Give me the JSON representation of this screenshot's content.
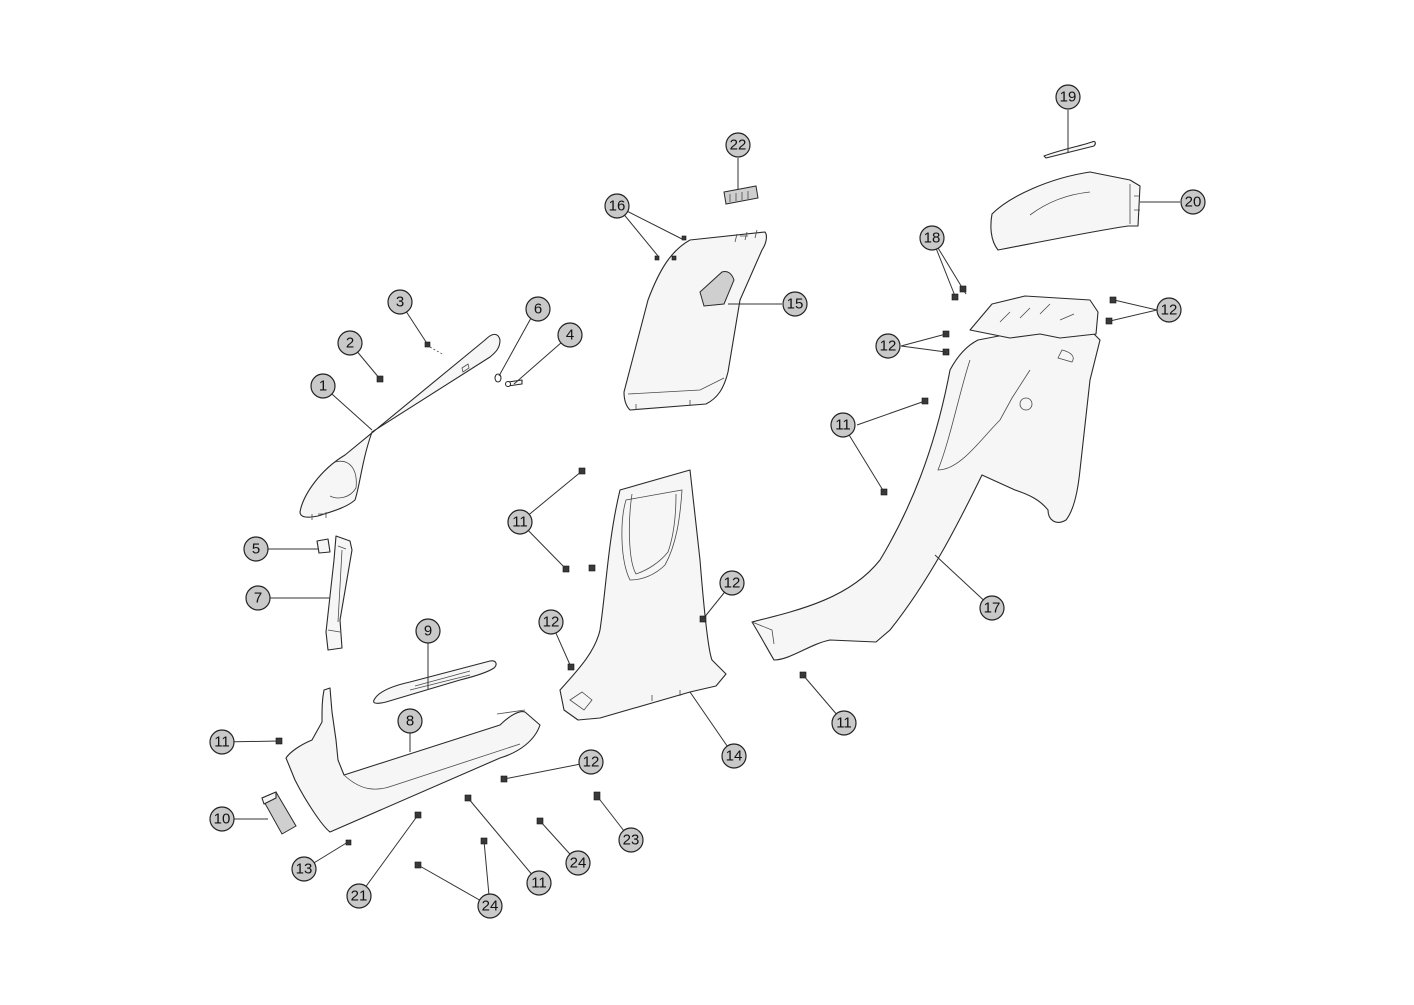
{
  "diagram": {
    "accent_fill": "#c9c9c9",
    "callouts": [
      {
        "id": "c1",
        "label": "1"
      },
      {
        "id": "c2",
        "label": "2"
      },
      {
        "id": "c3",
        "label": "3"
      },
      {
        "id": "c4",
        "label": "4"
      },
      {
        "id": "c5",
        "label": "5"
      },
      {
        "id": "c6",
        "label": "6"
      },
      {
        "id": "c7",
        "label": "7"
      },
      {
        "id": "c8",
        "label": "8"
      },
      {
        "id": "c9",
        "label": "9"
      },
      {
        "id": "c10",
        "label": "10"
      },
      {
        "id": "c11a",
        "label": "11"
      },
      {
        "id": "c11b",
        "label": "11"
      },
      {
        "id": "c11c",
        "label": "11"
      },
      {
        "id": "c11d",
        "label": "11"
      },
      {
        "id": "c11e",
        "label": "11"
      },
      {
        "id": "c12a",
        "label": "12"
      },
      {
        "id": "c12b",
        "label": "12"
      },
      {
        "id": "c12c",
        "label": "12"
      },
      {
        "id": "c12d",
        "label": "12"
      },
      {
        "id": "c12e",
        "label": "12"
      },
      {
        "id": "c13",
        "label": "13"
      },
      {
        "id": "c14",
        "label": "14"
      },
      {
        "id": "c15",
        "label": "15"
      },
      {
        "id": "c16",
        "label": "16"
      },
      {
        "id": "c17",
        "label": "17"
      },
      {
        "id": "c18",
        "label": "18"
      },
      {
        "id": "c19",
        "label": "19"
      },
      {
        "id": "c20",
        "label": "20"
      },
      {
        "id": "c21",
        "label": "21"
      },
      {
        "id": "c22",
        "label": "22"
      },
      {
        "id": "c23",
        "label": "23"
      },
      {
        "id": "c24a",
        "label": "24"
      },
      {
        "id": "c24b",
        "label": "24"
      }
    ]
  }
}
